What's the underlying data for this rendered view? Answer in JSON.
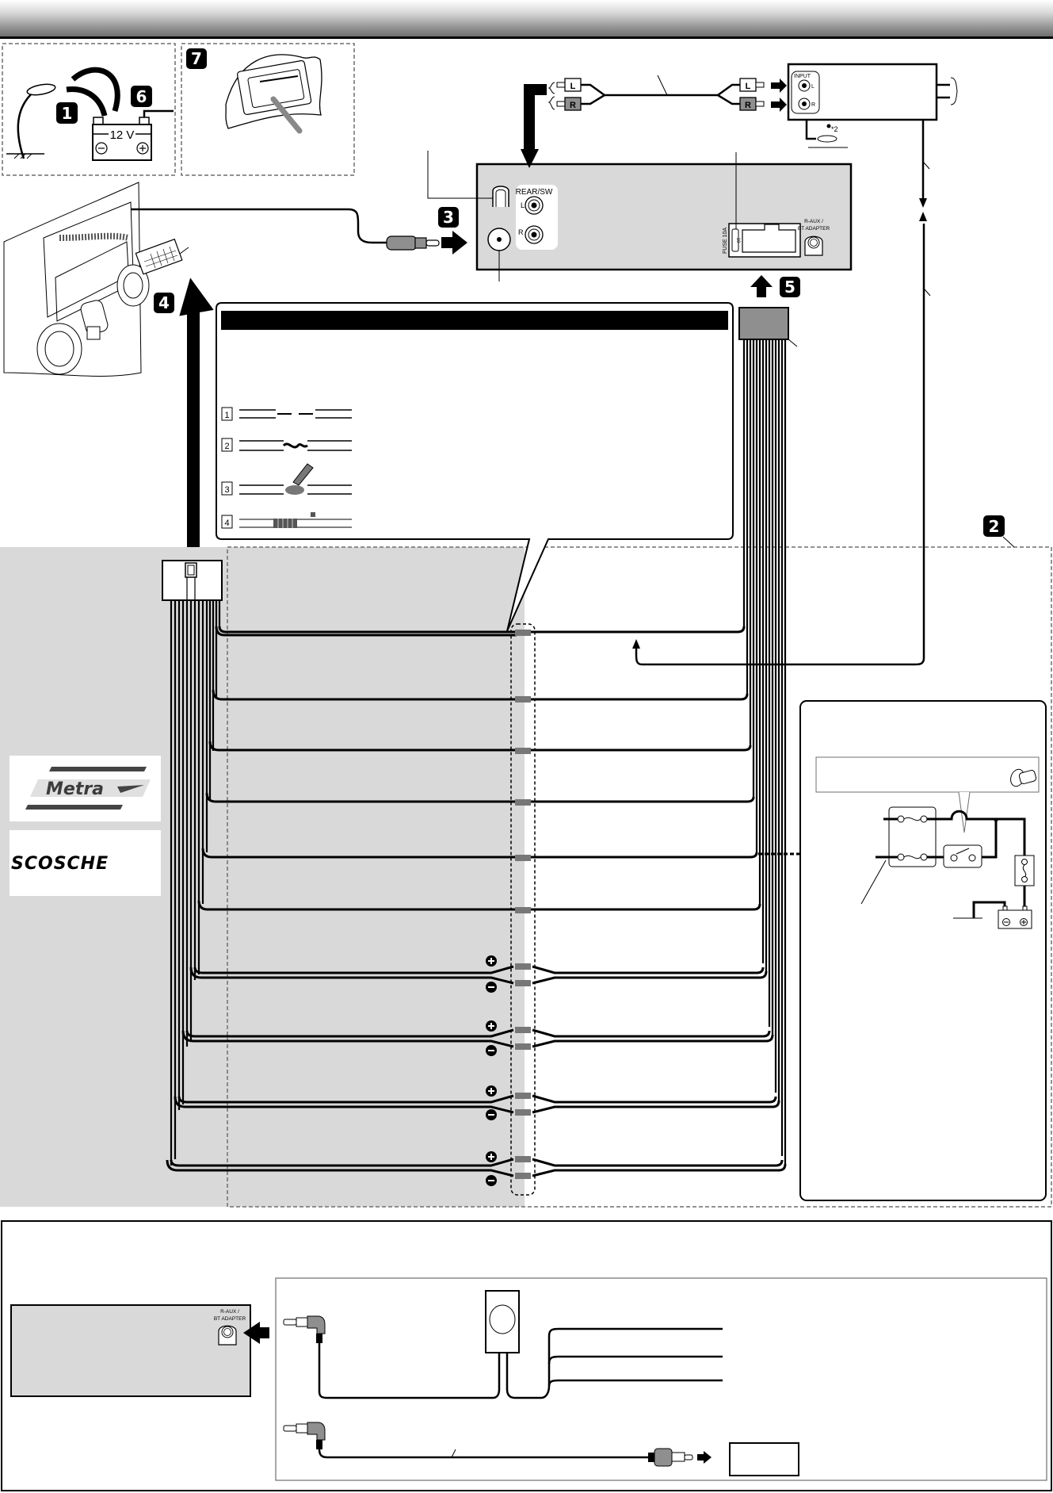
{
  "page": {
    "title": "",
    "colors": {
      "panel_gray": "#d9d9d9",
      "ink": "#000000",
      "connector_gray": "#8f8f8f",
      "dash_gray": "#6f6f6f"
    }
  },
  "steps": {
    "step1": "1",
    "step2": "2",
    "step3": "3",
    "step4": "4",
    "step5": "5",
    "step6": "6",
    "step7": "7"
  },
  "battery_panel": {
    "voltage_label": "12 V",
    "neg_symbol": "⊖",
    "pos_symbol": "⊕"
  },
  "rca_cable": {
    "left_plug": "L",
    "right_plug": "R"
  },
  "amplifier": {
    "input_label": "INPUT",
    "input_l": "L",
    "input_r": "R",
    "ground_screw_note": "*2"
  },
  "head_unit_rear": {
    "rear_sw_label": "REAR/SW",
    "rear_l": "L",
    "rear_r": "R",
    "fuse_label": "FUSE 10A",
    "fuse_value": "10",
    "raux_label_line1": "R-AUX /",
    "raux_label_line2": "BT ADAPTER"
  },
  "splice_box": {
    "header": "",
    "steps": [
      {
        "number": "1",
        "icon": "stripped-wires-icon"
      },
      {
        "number": "2",
        "icon": "twisted-wires-icon"
      },
      {
        "number": "3",
        "icon": "soldered-wires-icon"
      },
      {
        "number": "4",
        "icon": "taped-wires-icon"
      }
    ]
  },
  "harness": {
    "speaker_polarity": [
      {
        "pos": "+",
        "neg": "−"
      },
      {
        "pos": "+",
        "neg": "−"
      },
      {
        "pos": "+",
        "neg": "−"
      },
      {
        "pos": "+",
        "neg": "−"
      }
    ]
  },
  "brands": {
    "metra": "Metra",
    "scosche": "SCOSCHE"
  },
  "bottom_section": {
    "head_unit_raux_line1": "R-AUX /",
    "head_unit_raux_line2": "BT ADAPTER"
  }
}
